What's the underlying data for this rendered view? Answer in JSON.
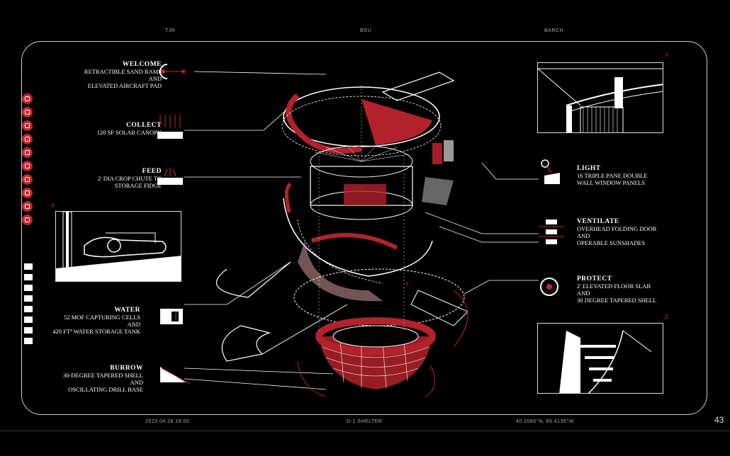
{
  "header": {
    "left": "TJR",
    "center": "BSU",
    "right": "BARCH"
  },
  "footer": {
    "left": "2023.04.28.18:00",
    "center": "D-1 SHELTER",
    "right": "40.2080°N, 85.4135°W"
  },
  "page_number": "43",
  "labels": {
    "welcome": {
      "title": "WELCOME",
      "lines": [
        "RETRACTIBLE SAND RAMP",
        "AND",
        "ELEVATED AIRCRAFT PAD"
      ]
    },
    "collect": {
      "title": "COLLECT",
      "lines": [
        "120 SF SOLAR CANOPY"
      ]
    },
    "feed": {
      "title": "FEED",
      "lines": [
        "2' DIA CROP CHUTE TO",
        "STORAGE FIDGE"
      ]
    },
    "water": {
      "title": "WATER",
      "lines": [
        "52 MOF CAPTURING CELLS",
        "AND",
        "420 FT³ WATER STORAGE TANK"
      ]
    },
    "burrow": {
      "title": "BURROW",
      "lines": [
        "30-DEGREE TAPERED SHELL",
        "AND",
        "OSCILLATING DRILL BASE"
      ]
    },
    "light": {
      "title": "LIGHT",
      "lines": [
        "16 TRIPLE PANE DOUBLE",
        "WALL WINDOW PANELS"
      ]
    },
    "ventilate": {
      "title": "VENTILATE",
      "lines": [
        "OVERHEAD FOLDING DOOR",
        "AND",
        "OPERABLE SUNSHADES"
      ]
    },
    "protect": {
      "title": "PROTECT",
      "lines": [
        "2' ELEVATED FLOOR SLAB",
        "AND",
        "30 DEGREE TAPERED SHELL"
      ]
    }
  },
  "axes": {
    "x": "X",
    "y": "Y",
    "z": "Z",
    "y_small": "Y",
    "x_small": "X",
    "z_small": "Z"
  },
  "colors": {
    "accent": "#c8242c",
    "line": "#ffffff",
    "background": "#000000"
  },
  "side_icons": [
    "solar-icon",
    "snow-icon",
    "sun-icon",
    "wind-icon",
    "water-drop-icon",
    "heat-icon",
    "fire-icon",
    "dust-icon",
    "sandstorm-icon",
    "warning-icon"
  ]
}
